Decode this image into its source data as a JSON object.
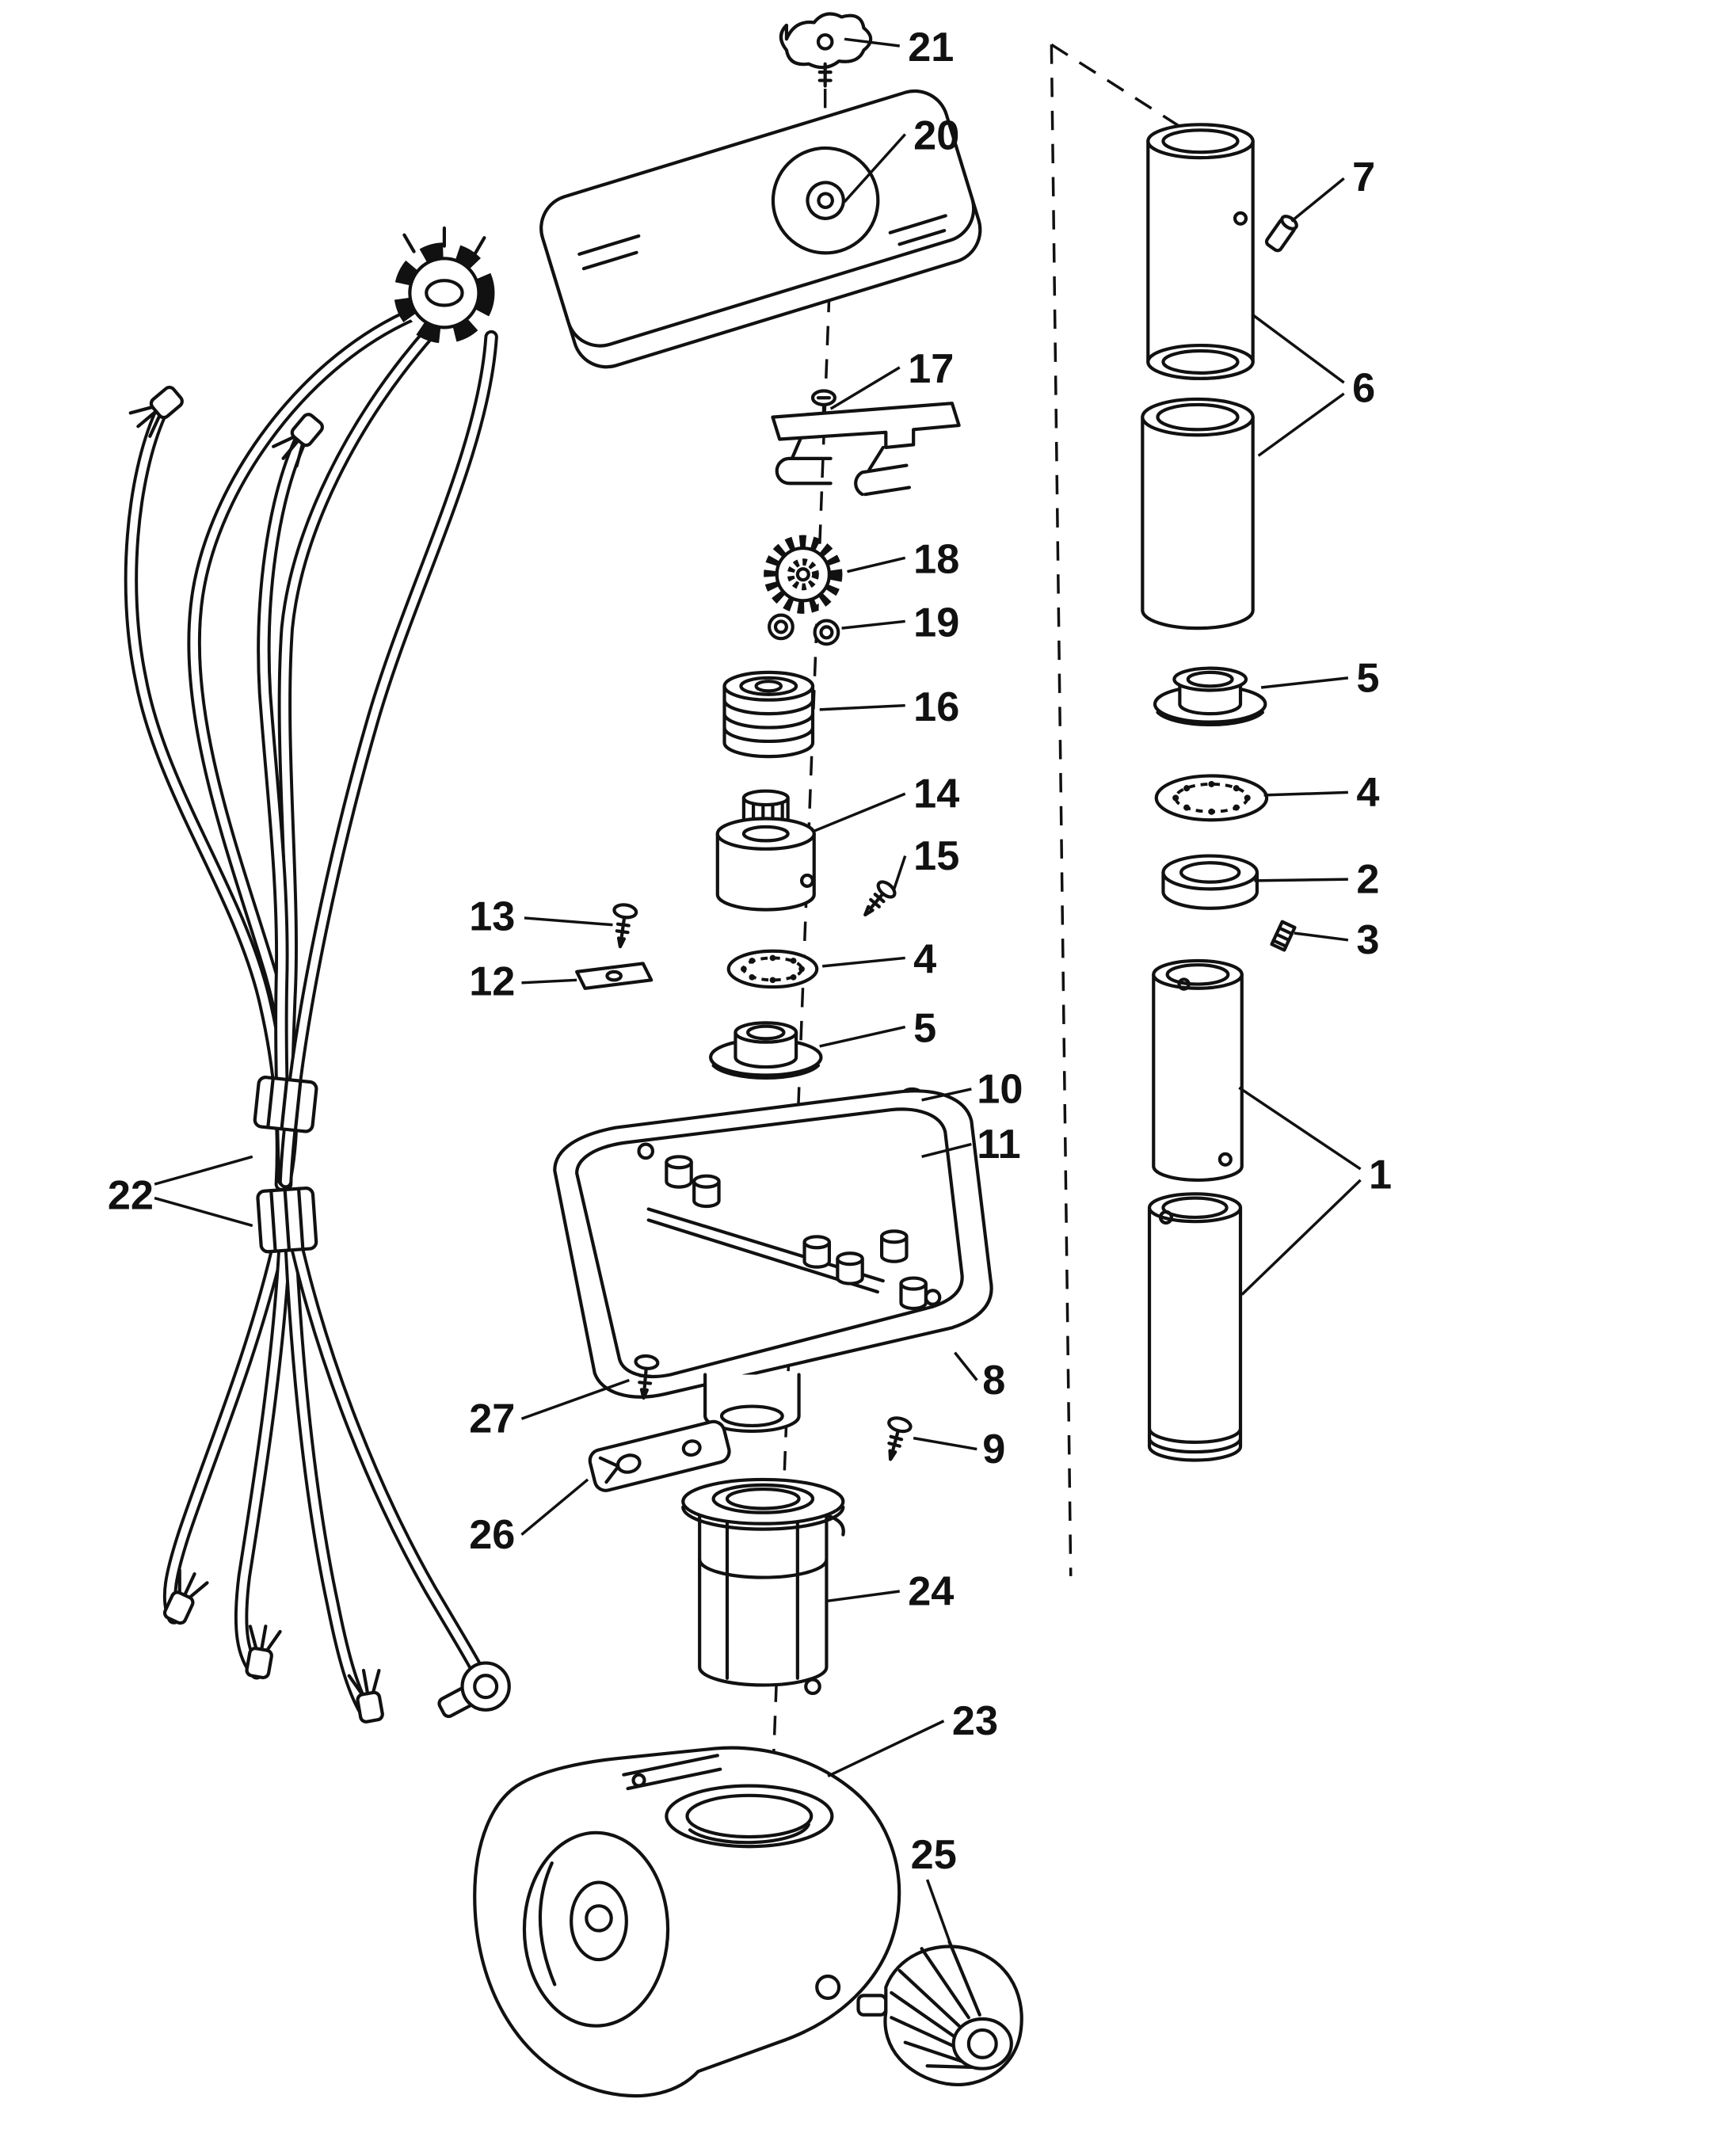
{
  "page": {
    "background": "#ffffff",
    "ink": "#111111"
  },
  "diagram": {
    "type": "exploded-parts-diagram",
    "callouts": {
      "c1": "1",
      "c2": "2",
      "c3": "3",
      "c4_center": "4",
      "c4_right": "4",
      "c5_center": "5",
      "c5_right": "5",
      "c6": "6",
      "c7": "7",
      "c8": "8",
      "c9": "9",
      "c10": "10",
      "c11": "11",
      "c12": "12",
      "c13": "13",
      "c14": "14",
      "c15": "15",
      "c16": "16",
      "c17": "17",
      "c18": "18",
      "c19": "19",
      "c20": "20",
      "c21": "21",
      "c22": "22",
      "c23": "23",
      "c24": "24",
      "c25": "25",
      "c26": "26",
      "c27": "27"
    }
  }
}
